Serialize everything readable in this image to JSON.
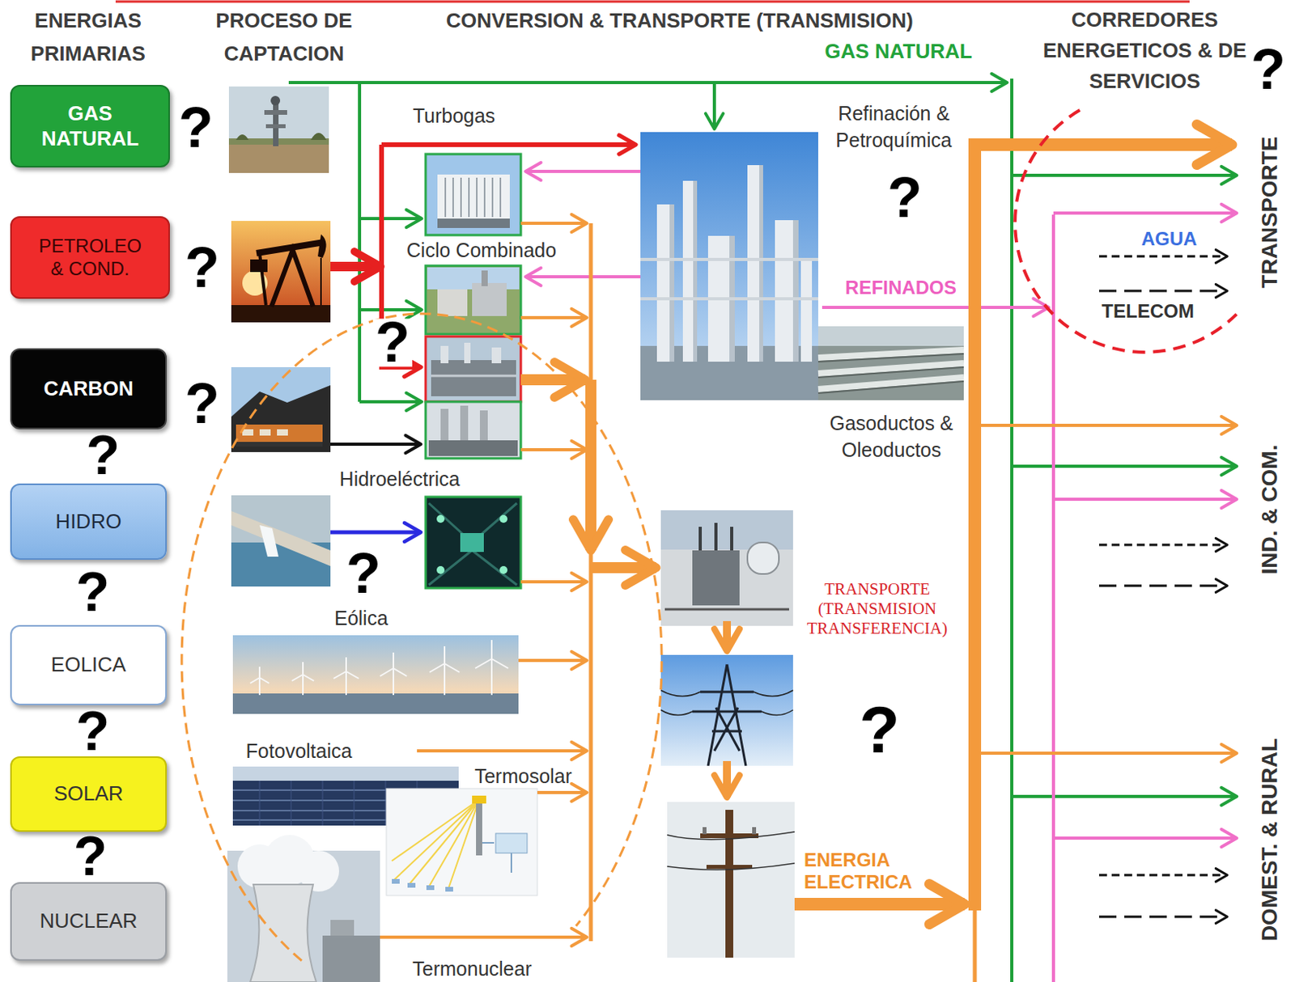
{
  "diagram": {
    "nodes": [
      {
        "text": [
          "GAS NATURAL"
        ]
      },
      {
        "text": [
          "PETROLEO & COND."
        ]
      },
      {
        "text": [
          "CARBON"
        ]
      },
      {
        "text": [
          "HIDRO"
        ]
      },
      {
        "text": [
          "EOLICA"
        ]
      },
      {
        "text": [
          "SOLAR"
        ]
      },
      {
        "text": [
          "NUCLEAR"
        ]
      }
    ],
    "labels": [
      "ENERGIAS PRIMARIAS",
      "PROCESO DE CAPTACION",
      "CONVERSION & TRANSPORTE (TRANSMISION)",
      "CORREDORES ENERGETICOS & DE SERVICIOS",
      "?",
      "GAS NATURAL",
      "Turbogas",
      "Refinación & Petroquímica",
      "?",
      "?",
      "TRANSPORTE",
      "AGUA",
      "Ciclo Combinado",
      "?",
      "REFINADOS",
      "TELECOM",
      "?",
      "?",
      "Gasoductos & Oleoductos",
      "Hidroeléctrica",
      "?",
      "IND. & COM.",
      "?",
      "TRANSPORTE (TRANSMISION TRANSFERENCIA)",
      "?",
      "Eólica",
      "?",
      "Fotovoltaica",
      "?",
      "Termosolar",
      "DOMEST. & RURAL",
      "?",
      "ENERGIA ELECTRICA",
      "Termonuclear"
    ]
  }
}
